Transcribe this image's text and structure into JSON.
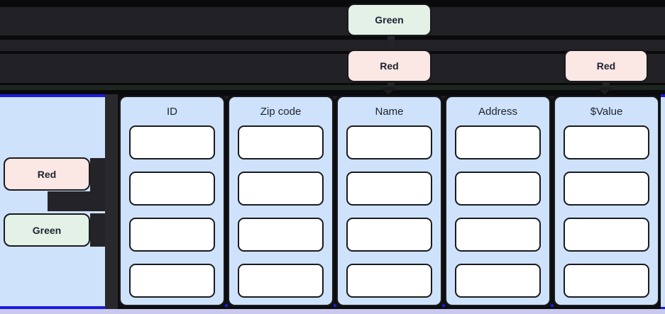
{
  "flow": {
    "green_node": {
      "label": "Green"
    },
    "red_node_center": {
      "label": "Red"
    },
    "red_node_right": {
      "label": "Red"
    }
  },
  "left_panel": {
    "red_node": {
      "label": "Red"
    },
    "green_node": {
      "label": "Green"
    }
  },
  "table": {
    "columns": [
      {
        "label": "ID",
        "cells": [
          "",
          "",
          "",
          ""
        ]
      },
      {
        "label": "Zip code",
        "cells": [
          "",
          "",
          "",
          ""
        ]
      },
      {
        "label": "Name",
        "cells": [
          "",
          "",
          "",
          ""
        ]
      },
      {
        "label": "Address",
        "cells": [
          "",
          "",
          "",
          ""
        ]
      },
      {
        "label": "$Value",
        "cells": [
          "",
          "",
          "",
          ""
        ]
      }
    ]
  },
  "colors": {
    "bg_black": "#0a0a0c",
    "band_dark": "#212126",
    "band_green": "#1d2521",
    "green_fill": "#e3f1e7",
    "red_fill": "#fbe7e4",
    "card_blue": "#cfe2fb",
    "box_white": "#ffffff",
    "ink": "#1a1a1e",
    "text_dark": "#1d2330",
    "select_blue": "#1c1cdb",
    "lavender": "#c9c8ee",
    "wire": "#232328",
    "wire_dark": "#1b1b20",
    "bar": "#28282d",
    "panel_gap": "#0e0e10"
  }
}
